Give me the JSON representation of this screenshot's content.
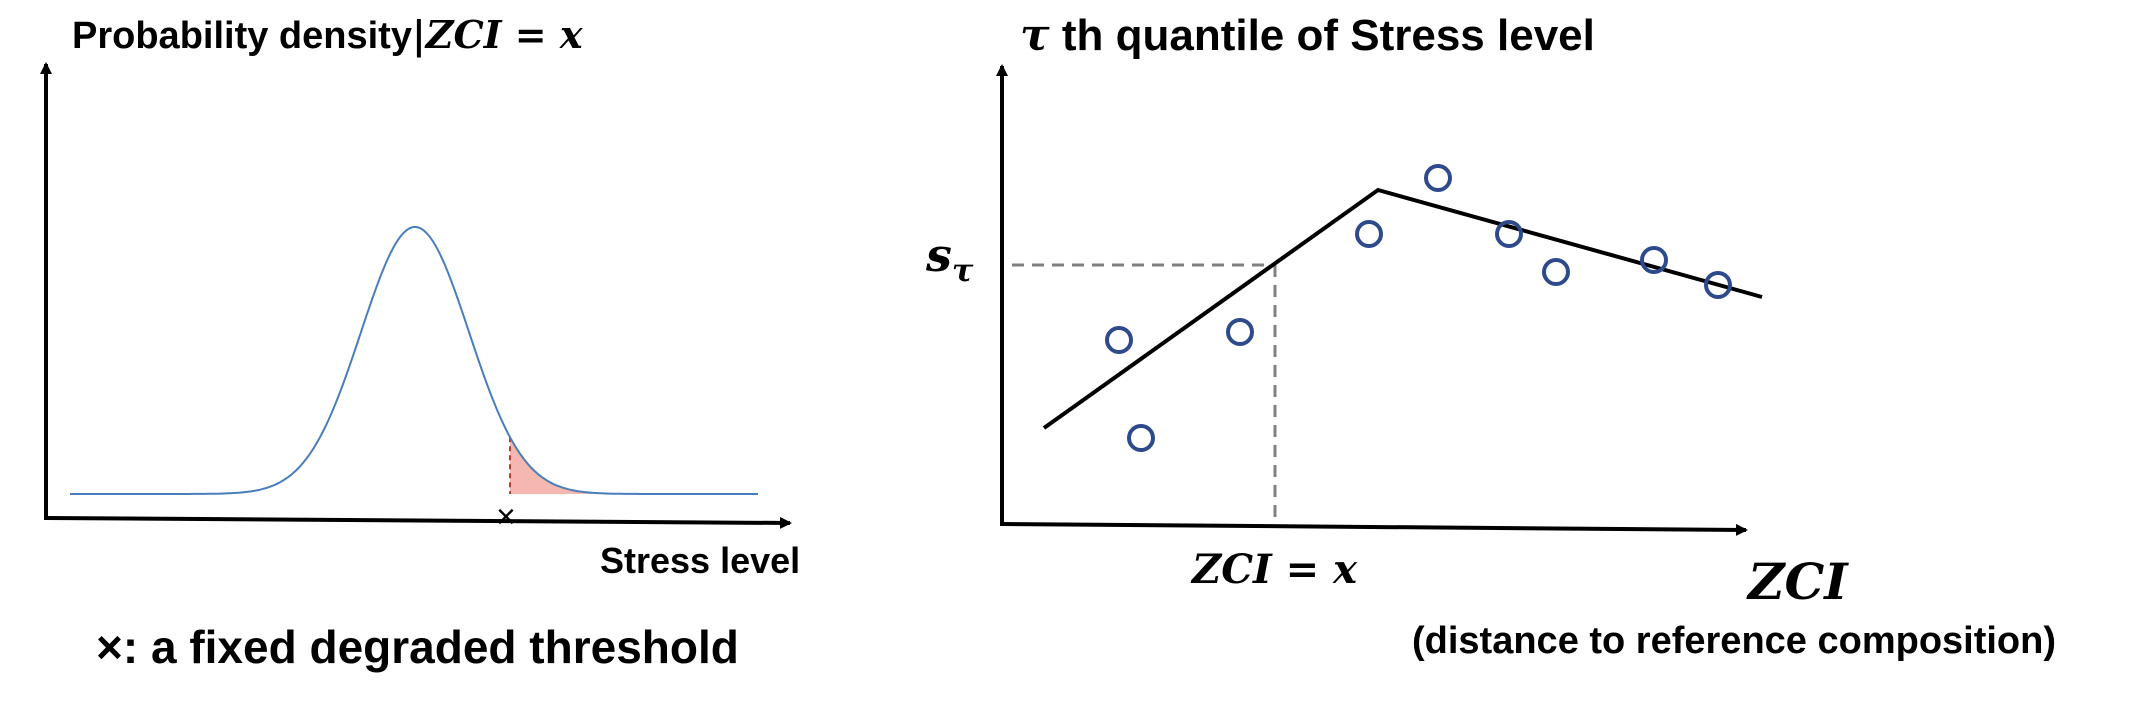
{
  "left_panel": {
    "y_axis_title_text": "Probability density",
    "y_axis_title_math": "|ZCI = x",
    "x_axis_label": "Stress level",
    "threshold_marker": "×",
    "legend_text": "×: a fixed degraded threshold",
    "colors": {
      "curve": "#4a7ebb",
      "tail_fill": "#f4b8b0",
      "threshold_line": "#c0392b"
    }
  },
  "right_panel": {
    "y_axis_title_symbol": "τ",
    "y_axis_title_text": " th quantile of Stress level",
    "y_tick_label_main": "s",
    "y_tick_label_sub": "τ",
    "x_tick_label": "ZCI = x",
    "x_axis_label": "ZCI",
    "x_axis_sublabel": "(distance to reference composition)",
    "colors": {
      "points": "#2e4a8c",
      "line": "#000000",
      "dashed_guides": "#808080"
    }
  }
}
